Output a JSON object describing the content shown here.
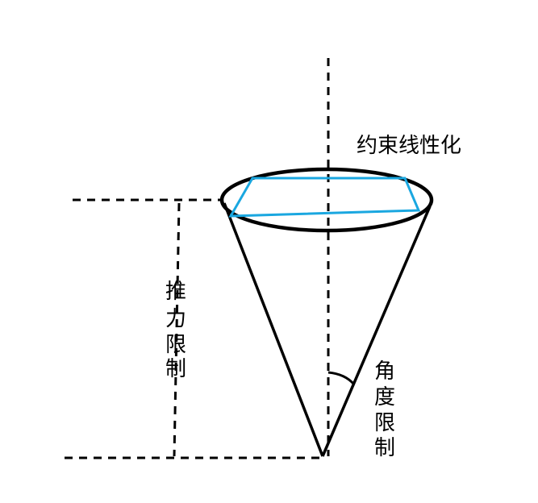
{
  "labels": {
    "linearization": "约束线性化",
    "thrust_limit": [
      "推",
      "力",
      "限",
      "制"
    ],
    "angle_limit": [
      "角",
      "度",
      "限",
      "制"
    ]
  },
  "colors": {
    "line": "#000000",
    "polygon": "#1aa7e0",
    "background": "#ffffff"
  }
}
